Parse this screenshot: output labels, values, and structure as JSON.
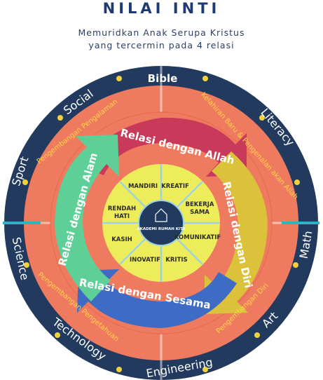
{
  "header": {
    "title": "NILAI INTI",
    "subtitle_line1": "Memuridkan Anak Serupa Kristus",
    "subtitle_line2": "yang tercermin pada 4 relasi"
  },
  "outer_ring": {
    "bible": "Bible",
    "literacy": "Literacy",
    "math": "Math",
    "art": "Art",
    "engineering": "Engineering",
    "technology": "Technology",
    "science": "Science",
    "sport": "Sport",
    "social": "Social"
  },
  "orange_ring": {
    "top_right": "Kelahiran Baru & Pengenalan akan Allah",
    "bottom_right": "Pengembangan Diri",
    "bottom_left": "Pengembangan Pengetahuan",
    "top_left": "Pengembangan Pengalaman"
  },
  "relations": {
    "allah": "Relasi dengan Allah",
    "diri": "Relasi dengan Diri",
    "sesama": "Relasi dengan Sesama",
    "alam": "Relasi dengan Alam"
  },
  "values": {
    "mandiri": "MANDIRI",
    "kreatif": "KREATIF",
    "bekerja_1": "BEKERJA",
    "bekerja_2": "SAMA",
    "komunikatif": "KOMUNIKATIF",
    "kritis": "KRITIS",
    "inovatif": "INOVATIF",
    "kasih": "KASIH",
    "rendah_1": "RENDAH",
    "rendah_2": "HATI"
  },
  "logo": {
    "name": "AKADEMI RUMAH KITA"
  },
  "colors": {
    "navy": "#223a5e",
    "orange": "#ee7a5f",
    "red_arrow": "#c8395a",
    "yellow_arrow": "#dcc23a",
    "blue_arrow": "#3e6bc4",
    "green_arrow": "#5fcf98",
    "core": "#eded5c",
    "dots": "#f2d23c"
  }
}
